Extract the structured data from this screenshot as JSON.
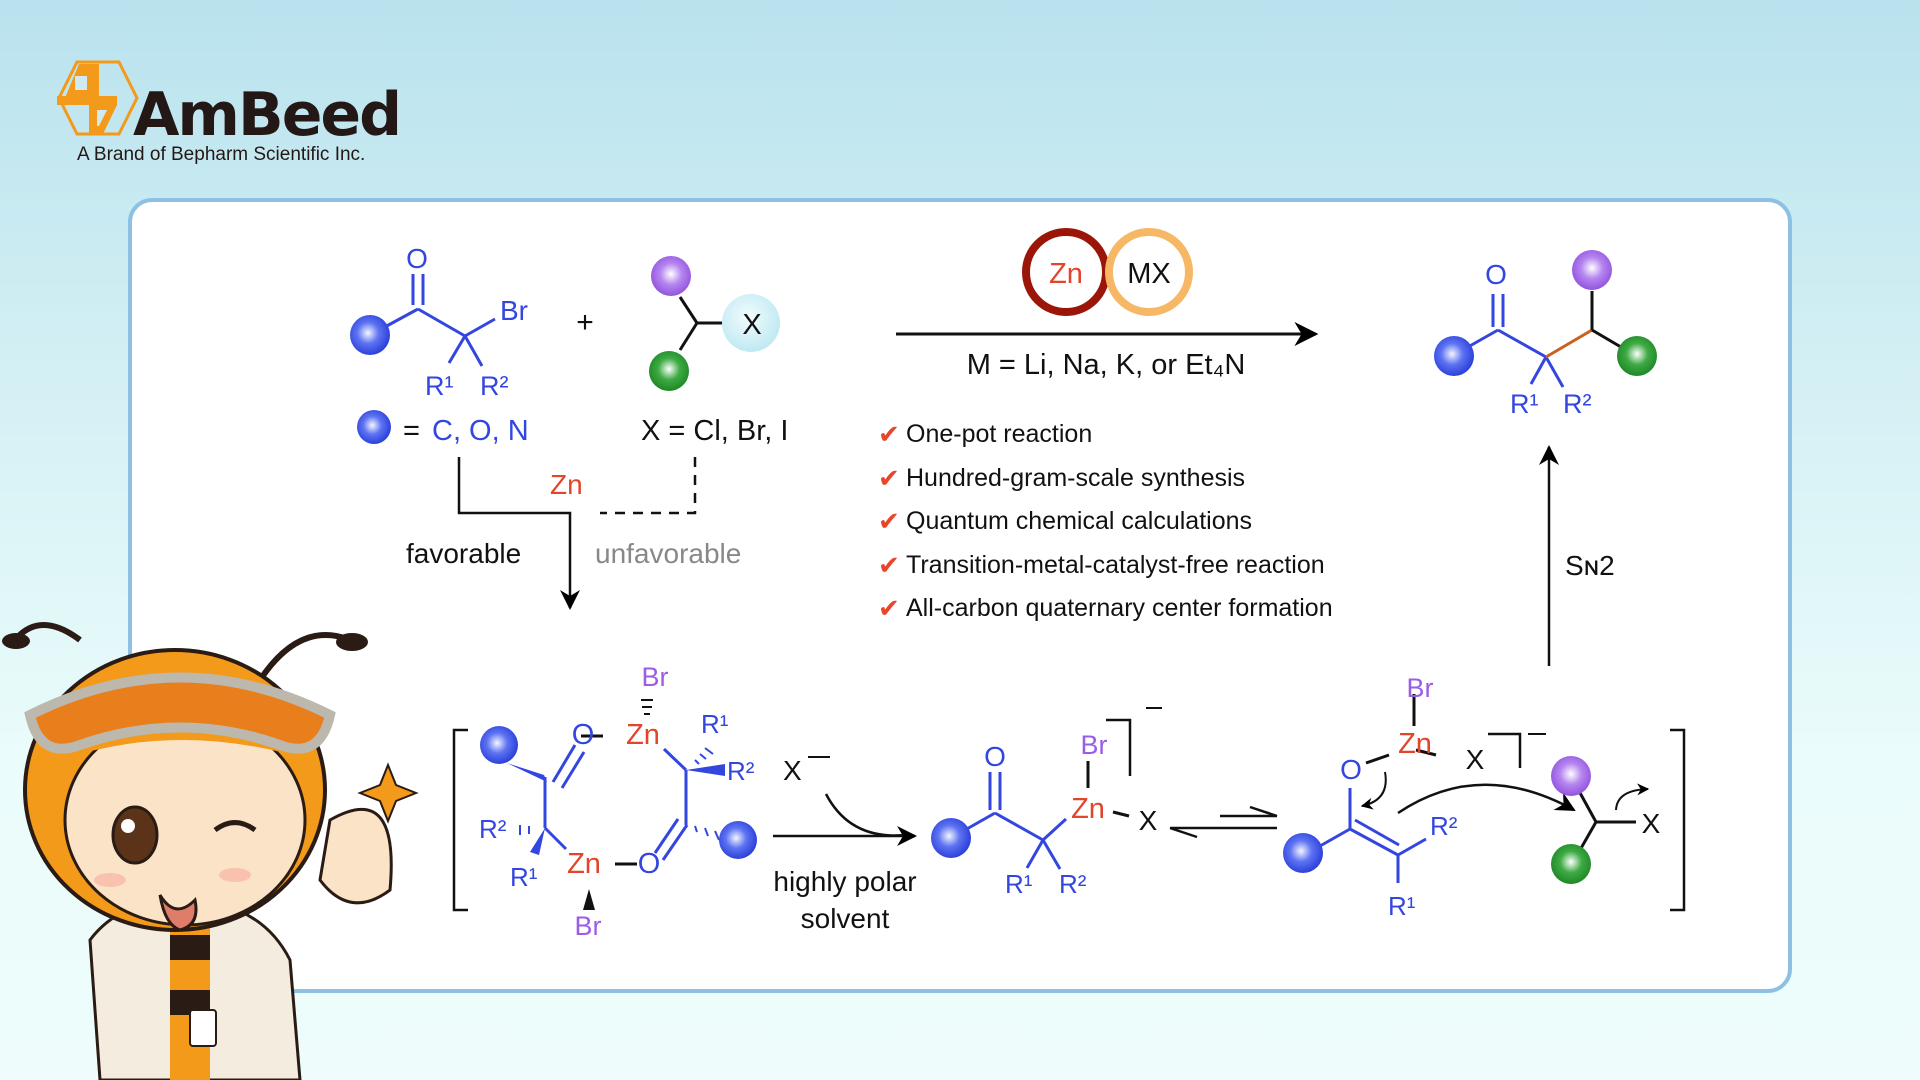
{
  "brand": {
    "name": "AmBeed",
    "tagline": "A Brand of Bepharm Scientific Inc.",
    "logo_color": "#f39a1b",
    "text_color": "#231816"
  },
  "colors": {
    "bond_blue": "#3346e0",
    "zinc_red": "#e2452a",
    "bromine_purple": "#9b5ce6",
    "check_red": "#e8452b",
    "panel_border": "#8cc1e4",
    "zn_ring": "#9b1508",
    "mx_ring": "#f7b865",
    "new_bond": "#c8621c",
    "x_halo": "#c9eef5"
  },
  "reactant1": {
    "oxygen": "O",
    "bromine": "Br",
    "r1": "R¹",
    "r2": "R²",
    "legend_equals": "=",
    "legend_atoms": "C, O, N"
  },
  "plus": "+",
  "reactant2": {
    "halide": "X",
    "legend": "X = Cl, Br, I"
  },
  "conditions": {
    "reagent1": "Zn",
    "reagent2": "MX",
    "note": "M = Li, Na, K, or Et₄N"
  },
  "branch": {
    "metal": "Zn",
    "favorable": "favorable",
    "unfavorable": "unfavorable"
  },
  "features": [
    "One-pot reaction",
    "Hundred-gram-scale synthesis",
    "Quantum chemical calculations",
    "Transition-metal-catalyst-free reaction",
    "All-carbon quaternary center formation"
  ],
  "product": {
    "oxygen": "O",
    "r1": "R¹",
    "r2": "R²"
  },
  "sn2_label": "Sɴ2",
  "dimer": {
    "br_top": "Br",
    "zn_top": "Zn",
    "o_top": "O",
    "r1_top": "R¹",
    "r2_top": "R²",
    "r2_bottom": "R²",
    "r1_bottom": "R¹",
    "zn_bottom": "Zn",
    "o_bottom": "O",
    "br_bottom": "Br"
  },
  "step2": {
    "anion": "X",
    "charge": "−",
    "conditions_line1": "highly polar",
    "conditions_line2": "solvent"
  },
  "zincate": {
    "oxygen": "O",
    "br": "Br",
    "zn": "Zn",
    "x": "X",
    "r1": "R¹",
    "r2": "R²",
    "charge": "−"
  },
  "enolate": {
    "br": "Br",
    "zn": "Zn",
    "x": "X",
    "oxygen": "O",
    "r1": "R¹",
    "r2": "R²",
    "charge": "−",
    "electrophile_x": "X"
  }
}
